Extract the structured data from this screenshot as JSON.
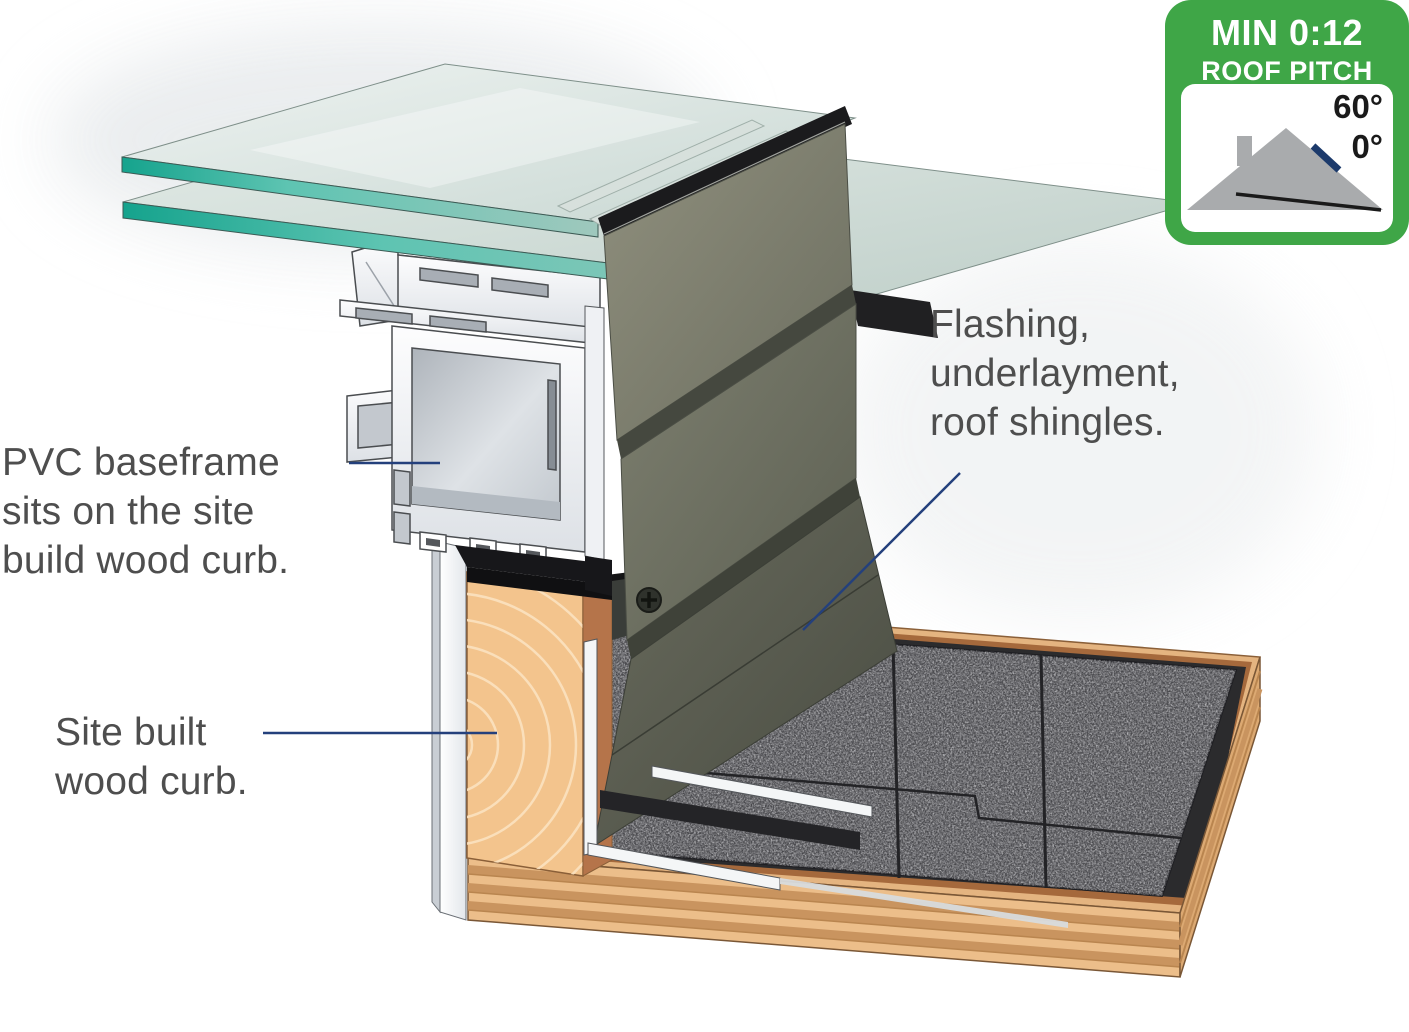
{
  "theme": {
    "badge_green": "#3FA647",
    "leader_navy": "#24407C",
    "label_gray": "#4E4E4E",
    "background": "#FFFFFF",
    "glass_teal": "#15A38D",
    "cladding_olive": "#75776A",
    "wood_tan": "#F3C48D",
    "shingle_gray": "#47474B",
    "pitch_line_navy": "#1C3A6B",
    "house_gray": "#A9ABAD"
  },
  "badge": {
    "line1": "MIN 0:12",
    "line2": "ROOF PITCH",
    "angle_top": "60°",
    "angle_bottom": "0°"
  },
  "labels": {
    "pvc_baseframe": {
      "lines": [
        "PVC baseframe",
        "sits on the site",
        "build wood curb."
      ]
    },
    "site_curb": {
      "lines": [
        "Site built",
        "wood curb."
      ]
    },
    "flashing": {
      "lines": [
        "Flashing,",
        "underlayment,",
        "roof shingles."
      ]
    }
  }
}
